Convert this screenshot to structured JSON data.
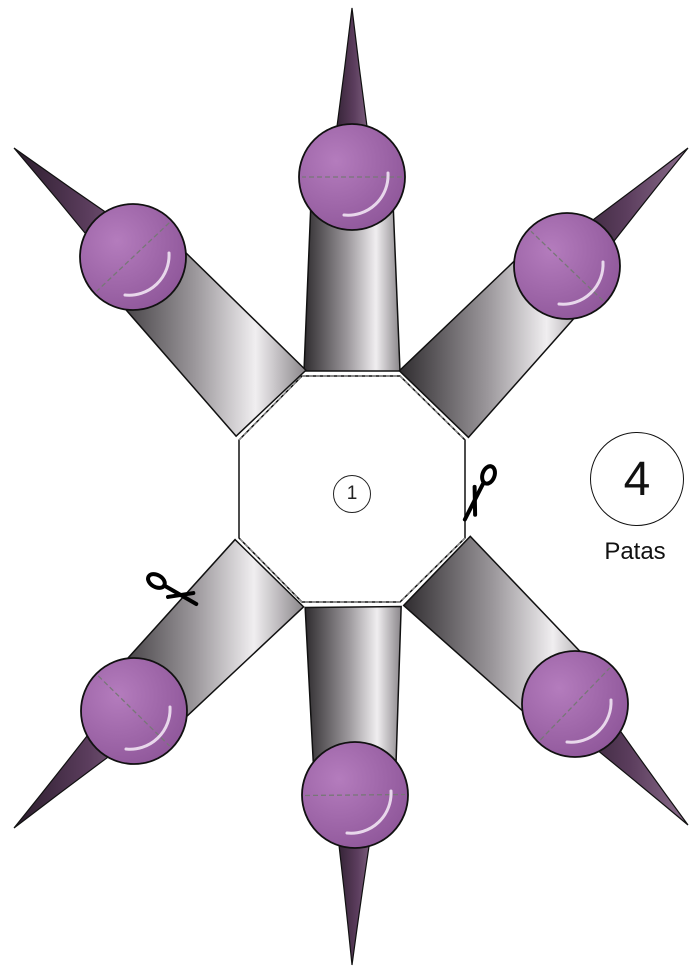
{
  "piece": {
    "number": "1",
    "leg_count": 6,
    "colors": {
      "tip": "#4a2f4b",
      "leg_dark": "#3d3a3d",
      "leg_light": "#e8e6e8",
      "joint": "#a366ae",
      "outline": "#111111",
      "fold_line": "#777777"
    },
    "scissors_icons": 2
  },
  "badge": {
    "number": "4",
    "caption": "Patas"
  }
}
